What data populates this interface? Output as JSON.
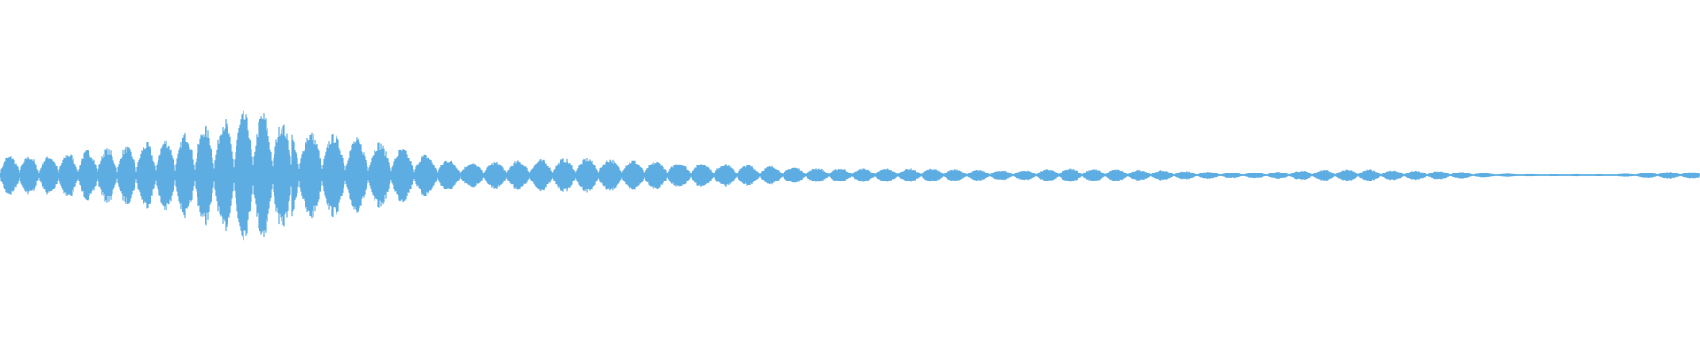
{
  "waveform": {
    "color": "#5dade2",
    "background": "#ffffff",
    "envelope": [
      0.3,
      0.28,
      0.37,
      0.43,
      0.55,
      0.78,
      1.0,
      0.68,
      0.6,
      0.48,
      0.31,
      0.18,
      0.21,
      0.24,
      0.26,
      0.22,
      0.19,
      0.17,
      0.14,
      0.11,
      0.1,
      0.1,
      0.1,
      0.08,
      0.07,
      0.1,
      0.09,
      0.08,
      0.06,
      0.04,
      0.05,
      0.08,
      0.09,
      0.07,
      0.06,
      0.03,
      0.015,
      0.015,
      0.015,
      0.05,
      0.05
    ]
  }
}
